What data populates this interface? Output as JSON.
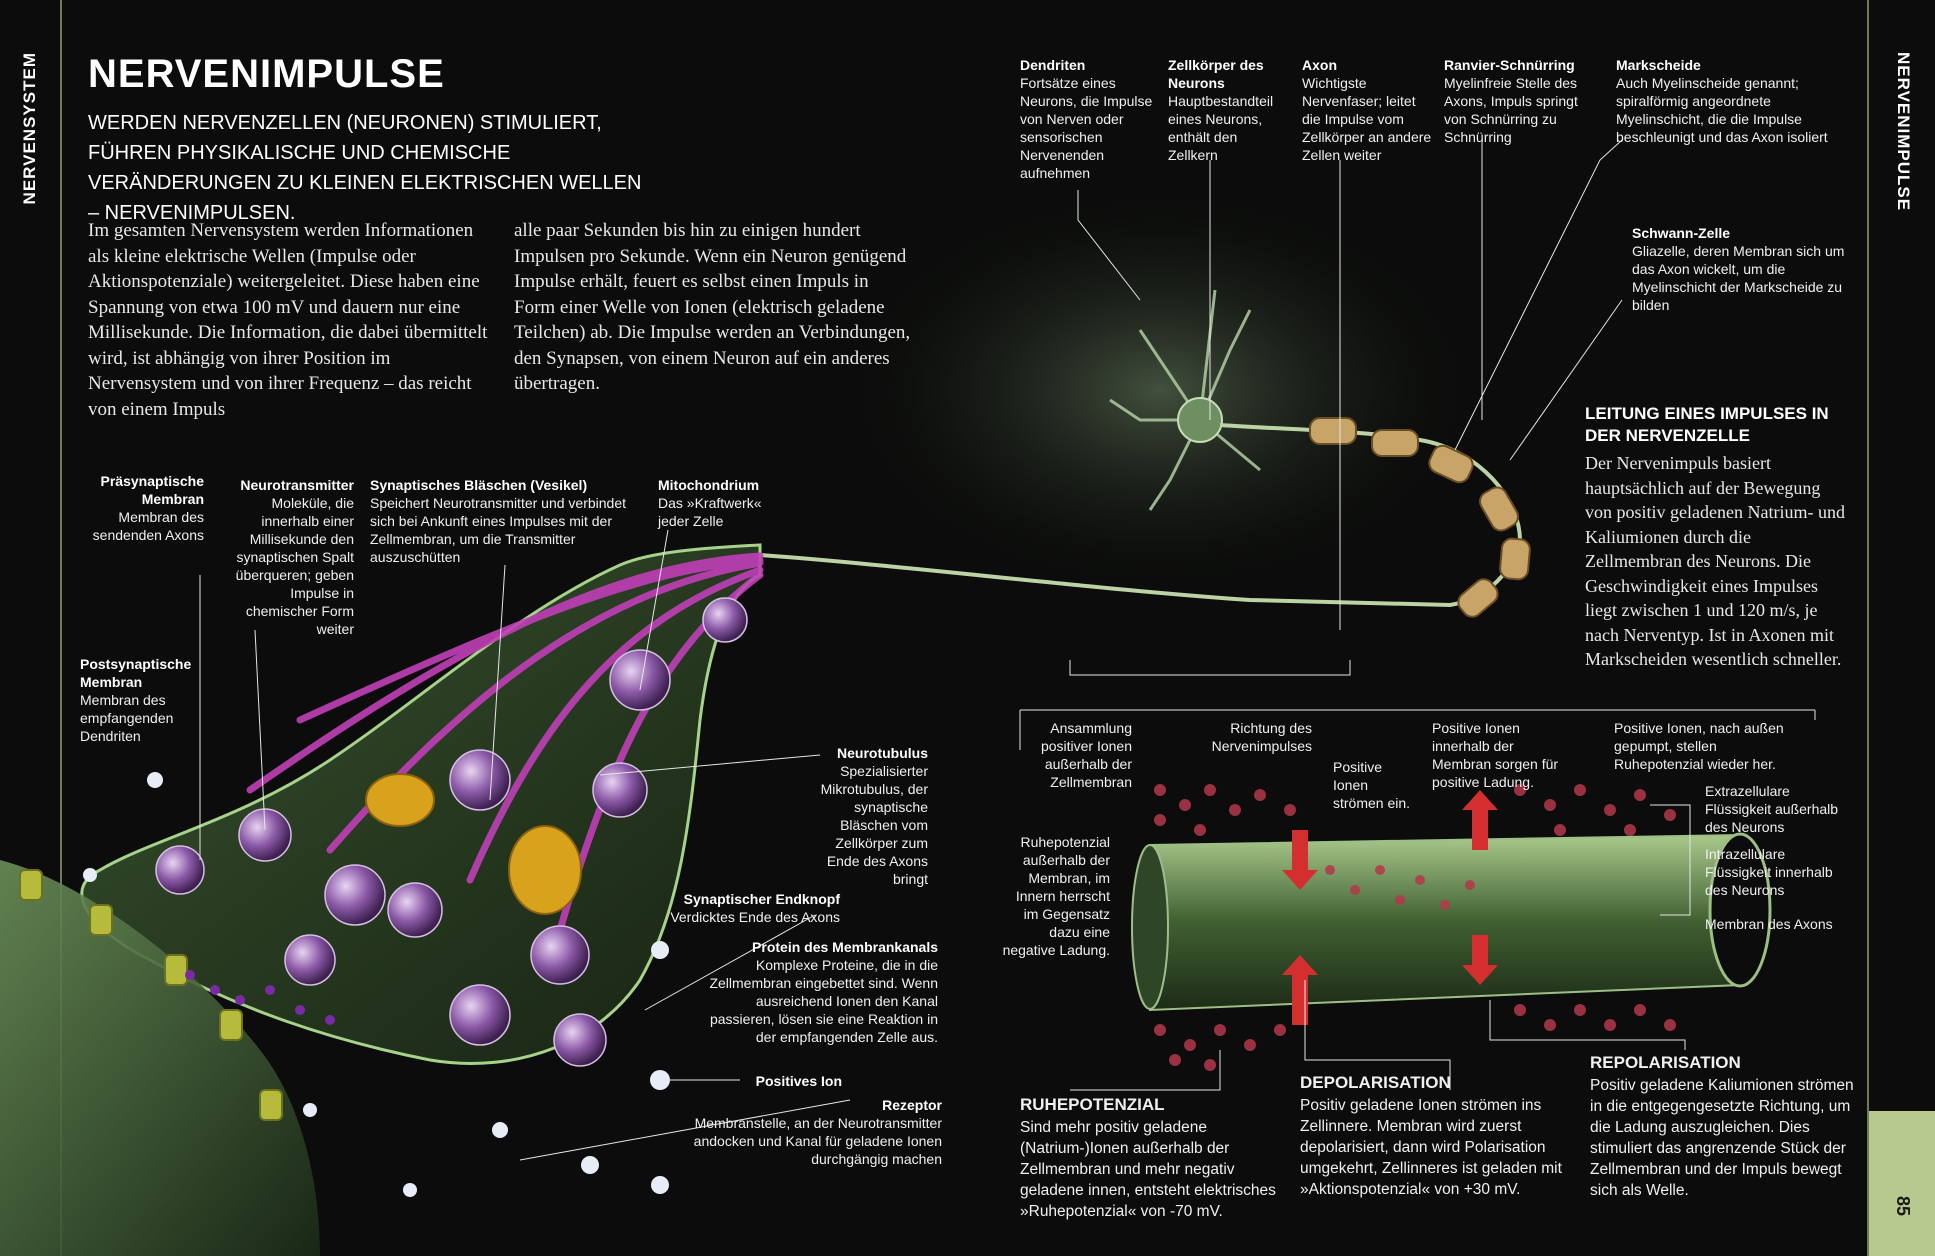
{
  "sidebar": {
    "left_label": "NERVENSYSTEM",
    "right_label": "NERVENIMPULSE",
    "page_number": "85"
  },
  "header": {
    "title": "NERVENIMPULSE",
    "lede": "WERDEN NERVENZELLEN (NEURONEN) STIMULIERT, FÜHREN PHYSIKALISCHE UND CHEMISCHE VERÄNDERUNGEN ZU KLEINEN ELEKTRISCHEN WELLEN – NERVENIMPULSEN."
  },
  "intro": {
    "col1": "Im gesamten Nervensystem werden Informationen als kleine elektrische Wellen (Impulse oder Aktionspotenziale) weitergeleitet. Diese haben eine Spannung von etwa 100 mV und dauern nur eine Millisekunde. Die Information, die dabei übermittelt wird, ist abhängig von ihrer Position im Nervensystem und von ihrer Frequenz – das reicht von einem Impuls",
    "col2": "alle paar Sekunden bis hin zu einigen hundert Impulsen pro Sekunde. Wenn ein Neuron genügend Impulse erhält, feuert es selbst einen Impuls in Form einer Welle von Ionen (elektrisch geladene Teilchen) ab. Die Impulse werden an Verbindungen, den Synapsen, von einem Neuron auf ein anderes übertragen."
  },
  "neuron_labels": {
    "dendriten": {
      "title": "Dendriten",
      "text": "Fortsätze eines Neurons, die Impulse von Nerven oder sensorischen Nervenenden aufnehmen"
    },
    "zellkoerper": {
      "title": "Zellkörper des Neurons",
      "text": "Hauptbestandteil eines Neurons, enthält den Zellkern"
    },
    "axon": {
      "title": "Axon",
      "text": "Wichtigste Nervenfaser; leitet die Impulse vom Zellkörper an andere Zellen weiter"
    },
    "ranvier": {
      "title": "Ranvier-Schnürring",
      "text": "Myelinfreie Stelle des Axons, Impuls springt von Schnürring zu Schnürring"
    },
    "markscheide": {
      "title": "Markscheide",
      "text": "Auch Myelinscheide genannt; spiralförmig angeordnete Myelinschicht, die die Impulse beschleunigt und das Axon isoliert"
    },
    "schwann": {
      "title": "Schwann-Zelle",
      "text": "Gliazelle, deren Membran sich um das Axon wickelt, um die Myelinschicht der Markscheide zu bilden"
    }
  },
  "leitung": {
    "title": "LEITUNG EINES IMPULSES IN DER NERVENZELLE",
    "text": "Der Nervenimpuls basiert hauptsächlich auf der Bewegung von positiv geladenen Natrium- und Kaliumionen durch die Zellmembran des Neurons. Die Geschwindigkeit eines Impulses liegt zwischen 1 und 120 m/s, je nach Nerventyp. Ist in Axonen mit Markscheiden wesentlich schneller."
  },
  "synapse_labels": {
    "praesynaptisch": {
      "title": "Präsynaptische Membran",
      "text": "Membran des sendenden Axons"
    },
    "neurotransmitter": {
      "title": "Neurotransmitter",
      "text": "Moleküle, die innerhalb einer Millisekunde den synaptischen Spalt überqueren; geben Impulse in chemischer Form weiter"
    },
    "blaeschen": {
      "title": "Synaptisches Bläschen (Vesikel)",
      "text": "Speichert Neurotransmitter und verbindet sich bei Ankunft eines Impulses mit der Zellmembran, um die Transmitter auszuschütten"
    },
    "mitochondrium": {
      "title": "Mitochondrium",
      "text": "Das »Kraftwerk« jeder Zelle"
    },
    "postsynaptisch": {
      "title": "Postsynaptische Membran",
      "text": "Membran des empfangenden Dendriten"
    },
    "neurotubulus": {
      "title": "Neurotubulus",
      "text": "Spezialisierter Mikrotubulus, der synaptische Bläschen vom Zellkörper zum Ende des Axons bringt"
    },
    "endknopf": {
      "title": "Synaptischer Endknopf",
      "text": "Verdicktes Ende des Axons"
    },
    "protein": {
      "title": "Protein des Membrankanals",
      "text": "Komplexe Proteine, die in die Zellmembran eingebettet sind. Wenn ausreichend Ionen den Kanal passieren, lösen sie eine Reaktion in der empfangenden Zelle aus."
    },
    "positives_ion": {
      "title": "Positives Ion",
      "text": ""
    },
    "rezeptor": {
      "title": "Rezeptor",
      "text": "Membranstelle, an der Neurotransmitter andocken und Kanal für geladene Ionen durchgängig machen"
    }
  },
  "axon_labels": {
    "ansammlung": "Ansammlung positiver Ionen außerhalb der Zellmembran",
    "richtung": "Richtung des Nervenimpulses",
    "positive_ein": "Positive Ionen strömen ein.",
    "positive_innerhalb": "Positive Ionen innerhalb der Membran sorgen für positive Ladung.",
    "positive_aussen": "Positive Ionen, nach außen gepumpt, stellen Ruhepotenzial wieder her.",
    "ruhepotenzial_aussen": "Ruhepotenzial außerhalb der Membran, im Innern herrscht im Gegensatz dazu eine negative Ladung.",
    "extrazellulaer": "Extrazellulare Flüssigkeit außerhalb des Neurons",
    "intrazellulaer": "Intrazellulare Flüssigkeit innerhalb des Neurons",
    "membran_axon": "Membran des Axons"
  },
  "phases": {
    "ruhe": {
      "title": "RUHEPOTENZIAL",
      "text": "Sind mehr positiv geladene (Natrium-)Ionen außerhalb der Zellmembran und mehr negativ geladene innen, entsteht elektrisches »Ruhepotenzial« von -70 mV."
    },
    "depol": {
      "title": "DEPOLARISATION",
      "text": "Positiv geladene Ionen strömen ins Zellinnere. Membran wird zuerst depolarisiert, dann wird Polarisation umgekehrt, Zellinneres ist geladen mit »Aktionspotenzial« von +30 mV."
    },
    "repol": {
      "title": "REPOLARISATION",
      "text": "Positiv geladene Kaliumionen strömen in die entgegengesetzte Richtung, um die Ladung auszugleichen. Dies stimuliert das angrenzende Stück der Zellmembran und der Impuls bewegt sich als Welle."
    }
  },
  "colors": {
    "accent": "#b7c98f",
    "frame": "#6e7d55",
    "membrane": "#8fbf6a",
    "tubule": "#c03fb7",
    "vesicle": "#8c5aa8",
    "mitochondrion": "#d9a21c",
    "myelin": "#c9a468",
    "arrow": "#d32f2f"
  }
}
